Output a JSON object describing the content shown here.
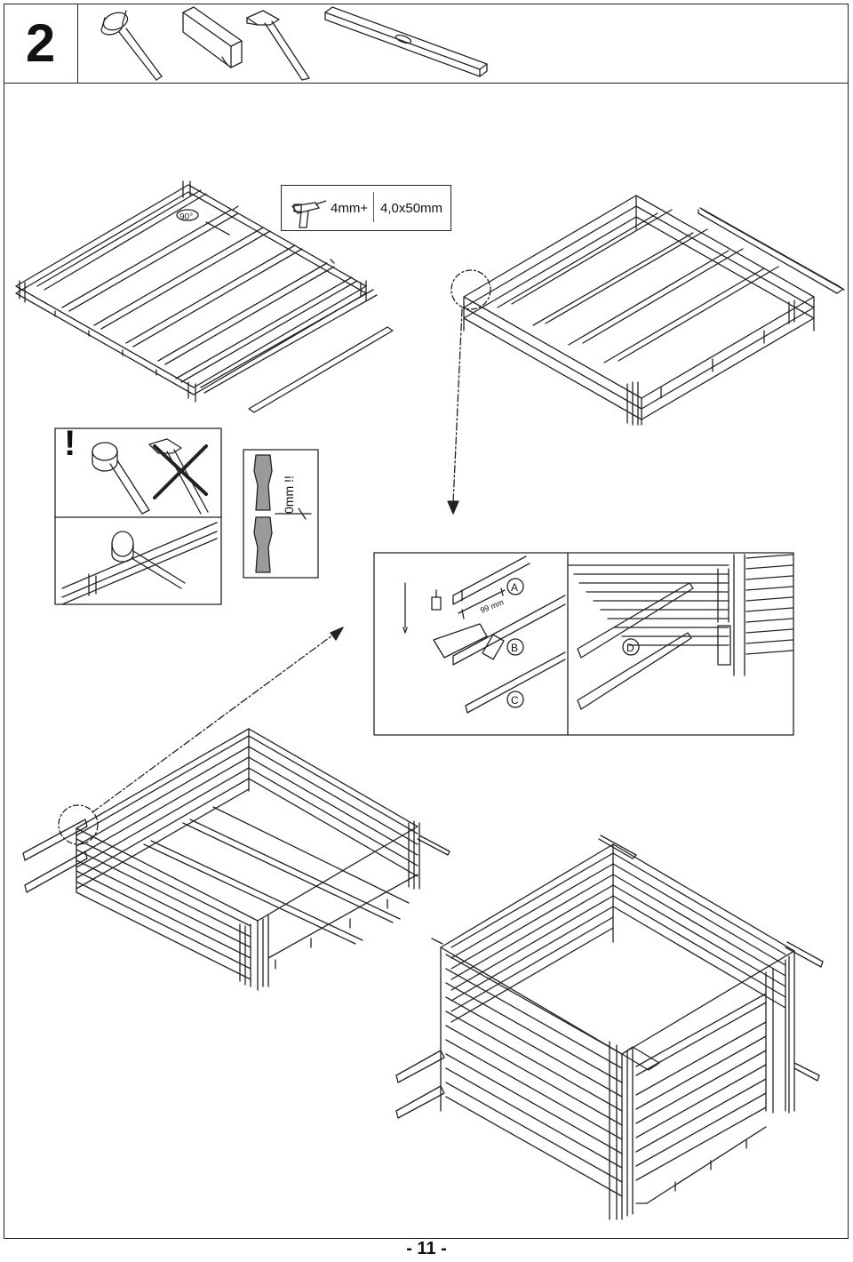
{
  "step": {
    "number": "2"
  },
  "tools": [
    {
      "name": "rubber-mallet-icon"
    },
    {
      "name": "tapping-block-icon"
    },
    {
      "name": "hammer-icon"
    },
    {
      "name": "spirit-level-icon"
    }
  ],
  "fastener_spec": {
    "drill_icon": "drill-icon",
    "drill_bit": "4mm+",
    "screw": "4,0x50mm"
  },
  "angle_label": "90°",
  "warning": {
    "symbol": "!",
    "gap_label": "0mm !!"
  },
  "detail": {
    "measure": "99 mm",
    "part_labels": [
      "A",
      "B",
      "C",
      "D"
    ]
  },
  "page": {
    "number": "- 11 -"
  }
}
